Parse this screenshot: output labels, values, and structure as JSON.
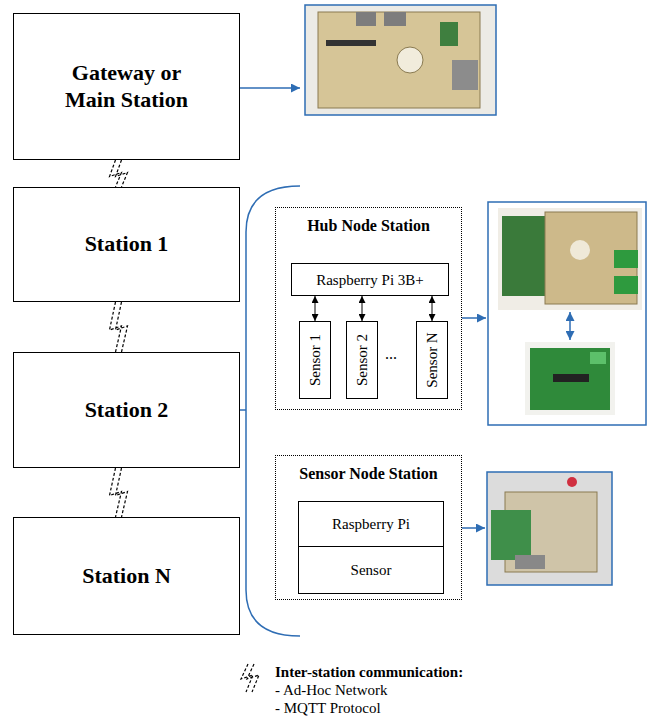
{
  "diagram": {
    "nodes": [
      {
        "text": [
          "Gateway or Main Station"
        ]
      },
      {
        "text": [
          "Station 1"
        ]
      },
      {
        "text": [
          "Station 2"
        ]
      },
      {
        "text": [
          "Station N"
        ]
      },
      {
        "text": [
          "Hub Node Station"
        ]
      },
      {
        "text": [
          "Raspberry Pi 3B+"
        ],
        "in": 4
      },
      {
        "text": [
          "Sensor 1"
        ],
        "in": 4
      },
      {
        "text": [
          "Sensor 2"
        ],
        "in": 4
      },
      {
        "text": [
          "Sensor N"
        ],
        "in": 4
      },
      {
        "text": [
          "Sensor Node Station"
        ]
      },
      {
        "text": [
          "Raspberry Pi"
        ],
        "in": 9
      },
      {
        "text": [
          "Sensor"
        ],
        "in": 9
      }
    ],
    "edges": [
      {
        "from": 0,
        "to": 1,
        "arrow": "none"
      },
      {
        "from": 1,
        "to": 2,
        "arrow": "none"
      },
      {
        "from": 2,
        "to": 3,
        "arrow": "none"
      },
      {
        "from": 5,
        "to": 6,
        "arrow": "both"
      },
      {
        "from": 5,
        "to": 7,
        "arrow": "both"
      },
      {
        "from": 5,
        "to": 8,
        "arrow": "both"
      }
    ],
    "labels": [
      "...",
      "- Ad-Hoc Network",
      "- MQTT Protocol"
    ],
    "legend": [
      {
        "text": "Inter-station communication:"
      }
    ]
  }
}
